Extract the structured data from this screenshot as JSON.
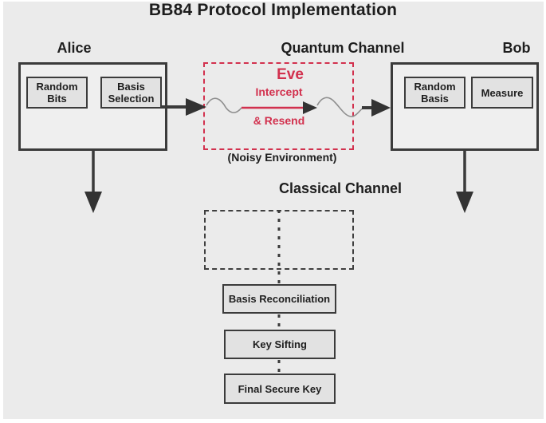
{
  "title": "BB84 Protocol Implementation",
  "colors": {
    "background": "#ebebeb",
    "accent_red": "#d2314e",
    "line_dark": "#3a3a3a",
    "box_fill": "#e2e2e2",
    "wave_gray": "#8f8f8f"
  },
  "alice": {
    "label": "Alice",
    "boxes": [
      "Random Bits",
      "Basis Selection"
    ]
  },
  "bob": {
    "label": "Bob",
    "boxes": [
      "Random Basis",
      "Measure"
    ]
  },
  "quantum_channel": {
    "label": "Quantum Channel",
    "eve": {
      "name": "Eve",
      "action_line1": "Intercept",
      "action_line2": "& Resend"
    },
    "caption": "(Noisy Environment)"
  },
  "classical_channel": {
    "label": "Classical Channel",
    "steps": [
      "Basis Reconciliation",
      "Key Sifting",
      "Final Secure Key"
    ]
  }
}
